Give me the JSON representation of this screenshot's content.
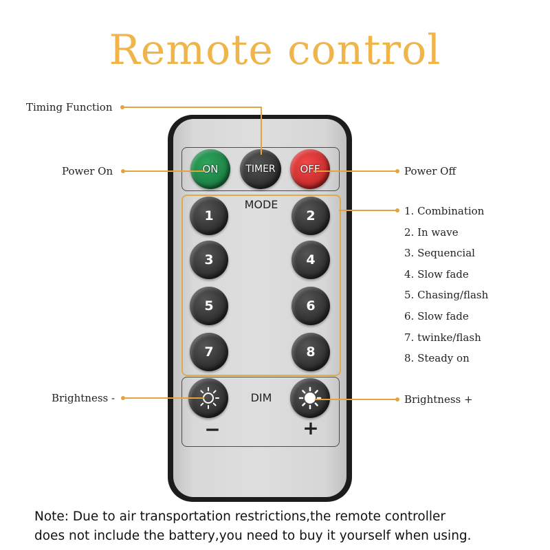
{
  "title": "Remote control",
  "buttons": {
    "on": "ON",
    "timer": "TIMER",
    "off": "OFF",
    "mode_label": "MODE",
    "numbers": [
      "1",
      "2",
      "3",
      "4",
      "5",
      "6",
      "7",
      "8"
    ],
    "dim_label": "DIM",
    "minus": "−",
    "plus": "+"
  },
  "callouts": {
    "timing": "Timing Function",
    "power_on": "Power On",
    "power_off": "Power Off",
    "brightness_minus": "Brightness -",
    "brightness_plus": "Brightness +"
  },
  "modes": [
    "1. Combination",
    "2. In wave",
    "3. Sequencial",
    "4. Slow fade",
    "5. Chasing/flash",
    "6. Slow fade",
    "7. twinke/flash",
    "8. Steady on"
  ],
  "note": {
    "line1": "Note: Due to air transportation restrictions,the remote controller",
    "line2": "does not include the battery,you need to buy it yourself when using."
  },
  "colors": {
    "accent": "#f0b54a",
    "on_button": "#1f8a45",
    "off_button": "#e03030",
    "remote_body": "#1c1c1c",
    "remote_face": "#d9d9d9"
  }
}
